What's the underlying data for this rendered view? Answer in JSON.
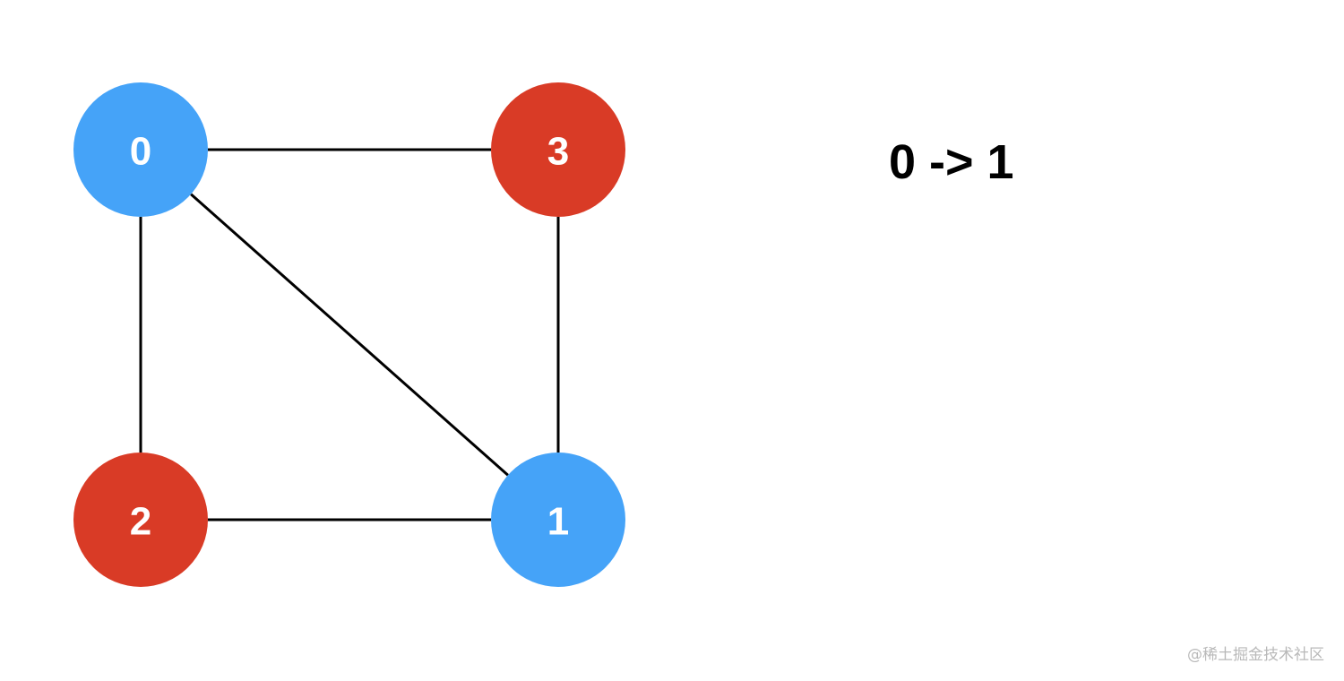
{
  "graph": {
    "nodes": [
      {
        "id": "0",
        "label": "0",
        "color": "#45a3f8"
      },
      {
        "id": "1",
        "label": "1",
        "color": "#45a3f8"
      },
      {
        "id": "2",
        "label": "2",
        "color": "#d93b26"
      },
      {
        "id": "3",
        "label": "3",
        "color": "#d93b26"
      }
    ],
    "edges": [
      {
        "from": "0",
        "to": "3"
      },
      {
        "from": "0",
        "to": "2"
      },
      {
        "from": "0",
        "to": "1"
      },
      {
        "from": "3",
        "to": "1"
      },
      {
        "from": "2",
        "to": "1"
      }
    ]
  },
  "step_label": "0 -> 1",
  "watermark": "@稀土掘金技术社区",
  "colors": {
    "blue_node": "#45a3f8",
    "red_node": "#d93b26",
    "edge": "#000000",
    "background": "#ffffff"
  }
}
